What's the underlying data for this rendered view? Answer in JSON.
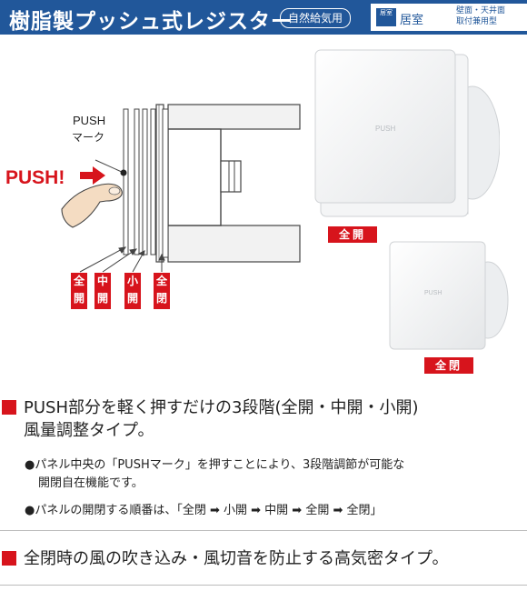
{
  "header": {
    "title": "樹脂製プッシュ式レジスター",
    "badge": "自然給気用",
    "room_icon_text": "居室",
    "room_label": "居室",
    "mount_line1": "壁面・天井面",
    "mount_line2": "取付兼用型"
  },
  "diagram": {
    "push_label": "PUSH!",
    "push_mark_line1": "PUSH",
    "push_mark_line2": "マーク",
    "stages": [
      {
        "c1": "全",
        "c2": "開"
      },
      {
        "c1": "中",
        "c2": "開"
      },
      {
        "c1": "小",
        "c2": "開"
      },
      {
        "c1": "全",
        "c2": "閉"
      }
    ]
  },
  "photos": {
    "logo_text": "PUSH",
    "tag1": "全開",
    "tag2": "全閉"
  },
  "section1": {
    "heading_line1": "PUSH部分を軽く押すだけの3段階(全開・中開・小開)",
    "heading_line2": "風量調整タイプ。",
    "bullet1_line1": "●パネル中央の「PUSHマーク」を押すことにより、3段階調節が可能な",
    "bullet1_line2": "開閉自在機能です。",
    "bullet2": "●パネルの開閉する順番は、「全閉 ➡ 小開 ➡ 中開 ➡ 全開 ➡ 全閉」"
  },
  "section2": {
    "heading": "全閉時の風の吹き込み・風切音を防止する高気密タイプ。"
  },
  "colors": {
    "brand_blue": "#21579a",
    "accent_red": "#d7141c"
  }
}
